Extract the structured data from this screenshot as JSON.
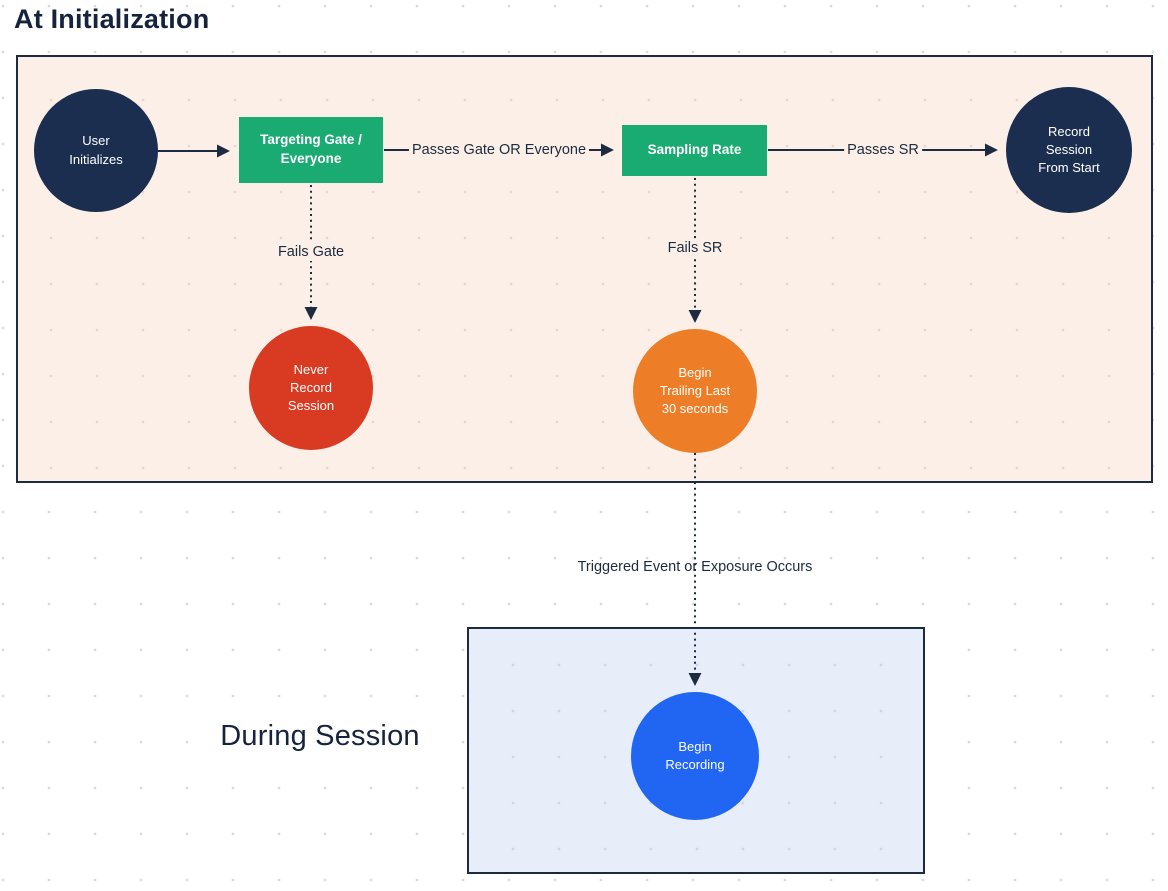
{
  "sections": {
    "at_initialization": {
      "label": "At Initialization"
    },
    "during_session": {
      "label": "During Session"
    }
  },
  "nodes": {
    "user_initializes": {
      "label": "User\nInitializes",
      "shape": "circle",
      "color": "#1b2e4f"
    },
    "targeting_gate": {
      "label": "Targeting Gate /\nEveryone",
      "shape": "rectangle",
      "color": "#1aab72"
    },
    "sampling_rate": {
      "label": "Sampling Rate",
      "shape": "rectangle",
      "color": "#1aab72"
    },
    "record_session_from_start": {
      "label": "Record\nSession\nFrom Start",
      "shape": "circle",
      "color": "#1b2e4f"
    },
    "never_record_session": {
      "label": "Never\nRecord\nSession",
      "shape": "circle",
      "color": "#d93b22"
    },
    "begin_trailing_last_30_seconds": {
      "label": "Begin\nTrailing Last\n30 seconds",
      "shape": "circle",
      "color": "#ee7d27"
    },
    "begin_recording": {
      "label": "Begin\nRecording",
      "shape": "circle",
      "color": "#2066f2"
    }
  },
  "edges": {
    "init_to_targeting": {
      "label": "",
      "from": "user_initializes",
      "to": "targeting_gate",
      "style": "solid"
    },
    "passes_gate": {
      "label": "Passes Gate OR Everyone",
      "from": "targeting_gate",
      "to": "sampling_rate",
      "style": "solid"
    },
    "passes_sr": {
      "label": "Passes SR",
      "from": "sampling_rate",
      "to": "record_session_from_start",
      "style": "solid"
    },
    "fails_gate": {
      "label": "Fails Gate",
      "from": "targeting_gate",
      "to": "never_record_session",
      "style": "dotted"
    },
    "fails_sr": {
      "label": "Fails SR",
      "from": "sampling_rate",
      "to": "begin_trailing_last_30_seconds",
      "style": "dotted"
    },
    "triggered_event": {
      "label": "Triggered Event or Exposure Occurs",
      "from": "begin_trailing_last_30_seconds",
      "to": "begin_recording",
      "style": "dotted"
    }
  },
  "colors": {
    "navy": "#1b2e4f",
    "green": "#1aab72",
    "red": "#d93b22",
    "orange": "#ee7d27",
    "blue": "#2066f2",
    "line": "#1c2b3f",
    "peach_section_bg": "#fcefe7",
    "blue_section_bg": "#e7edf9",
    "canvas_bg": "#ffffff",
    "grid_dot": "#dcdcdc",
    "text_dark": "#15233d",
    "node_text": "#ffffff"
  }
}
